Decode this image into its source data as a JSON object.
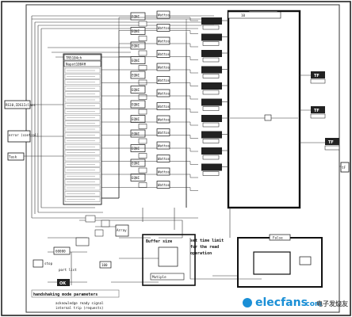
{
  "top_selector": "10",
  "left_terminals": {
    "cluster": "RS10,IDS1Iclass",
    "error": "error (control)",
    "task": "Task"
  },
  "bundle": {
    "header1": "TR5104ch",
    "header2": "Napot1004H",
    "rows_count": 23
  },
  "mid_blocks": [
    "EQNI",
    "EQNI",
    "EQNI",
    "EQNI",
    "EQNI",
    "EQNI",
    "EQNI",
    "EQNI",
    "EQNI",
    "EQNI",
    "EQNI",
    "EQNI"
  ],
  "bool_blocks": [
    "Wattos",
    "Wattos",
    "Wattos",
    "Wattos",
    "Wattos",
    "Wattos",
    "Wattos",
    "Wattos",
    "Wattos",
    "Wattos",
    "Wattos",
    "Wattos",
    "Wattos",
    "Wattos"
  ],
  "case_frame": {
    "selector": "10"
  },
  "left_indicator_count": 10,
  "right_indicators": {
    "top": "TF",
    "mid": "TF",
    "bottom": "TF"
  },
  "right_terminal": "tF",
  "bottom": {
    "array_label": "Array",
    "buffer_size": "Buffer size",
    "loop_label": "Mutiple",
    "set_time_limit": "set time limit",
    "for_the_read": "for the read",
    "operation": "operation",
    "false_case": "False",
    "stop": "stop",
    "port_list": "port list",
    "constant_100": "100",
    "constant_60000": "60000",
    "status_flag": "OK",
    "handshake": "handshaking mode parameters",
    "acknowledge_1": "acknowledge ready signal",
    "acknowledge_2": "internal trip (requests)"
  },
  "watermark": {
    "brand": "elecfans",
    "dot_com": ".com",
    "cn_text": "电子发烧友"
  }
}
